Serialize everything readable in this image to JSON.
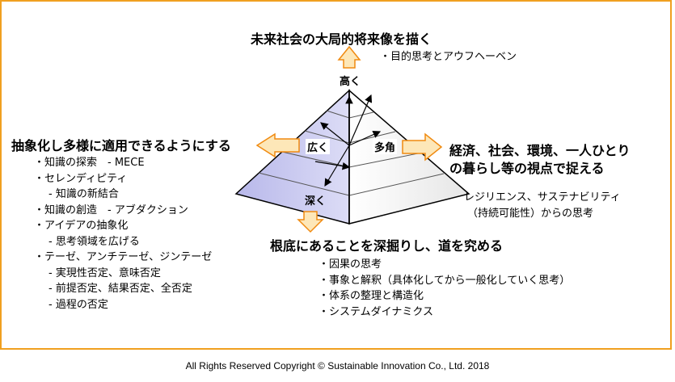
{
  "top": {
    "title": "未来社会の大局的将来像を描く",
    "items": [
      "・目的思考とアウフヘーベン"
    ]
  },
  "pyramid": {
    "label_high": "高く",
    "label_wide": "広く",
    "label_multi": "多角",
    "label_deep": "深く"
  },
  "left": {
    "title": "抽象化し多様に適用できるようにする",
    "items": [
      {
        "text": "・知識の探索　- MECE",
        "indent": 1
      },
      {
        "text": "・セレンディピティ",
        "indent": 1
      },
      {
        "text": "- 知識の新結合",
        "indent": 2
      },
      {
        "text": "・知識の創造　- アブダクション",
        "indent": 1
      },
      {
        "text": "・アイデアの抽象化",
        "indent": 1
      },
      {
        "text": "- 思考領域を広げる",
        "indent": 2
      },
      {
        "text": "・テーゼ、アンチテーゼ、ジンテーゼ",
        "indent": 1
      },
      {
        "text": "- 実現性否定、意味否定",
        "indent": 2
      },
      {
        "text": "- 前提否定、結果否定、全否定",
        "indent": 2
      },
      {
        "text": "- 過程の否定",
        "indent": 2
      }
    ]
  },
  "right": {
    "title_line1": "経済、社会、環境、一人ひとり",
    "title_line2": "の暮らし等の視点で捉える",
    "sub_line1": "レジリエンス、サステナビリティ",
    "sub_line2": "（持続可能性）からの思考"
  },
  "bottom": {
    "title": "根底にあることを深掘りし、道を究める",
    "items": [
      "・因果の思考",
      "・事象と解釈（具体化してから一般化していく思考）",
      "・体系の整理と構造化",
      "・システムダイナミクス"
    ]
  },
  "footer": {
    "copyright": "All Rights Reserved  Copyright  © Sustainable Innovation  Co., Ltd.  2018"
  },
  "colors": {
    "border": "#f0a020",
    "arrow_fill": "#fde7b8",
    "arrow_stroke": "#f08a10",
    "pyramid_left": "#c9c9ef",
    "pyramid_right": "#f4f4f4"
  }
}
